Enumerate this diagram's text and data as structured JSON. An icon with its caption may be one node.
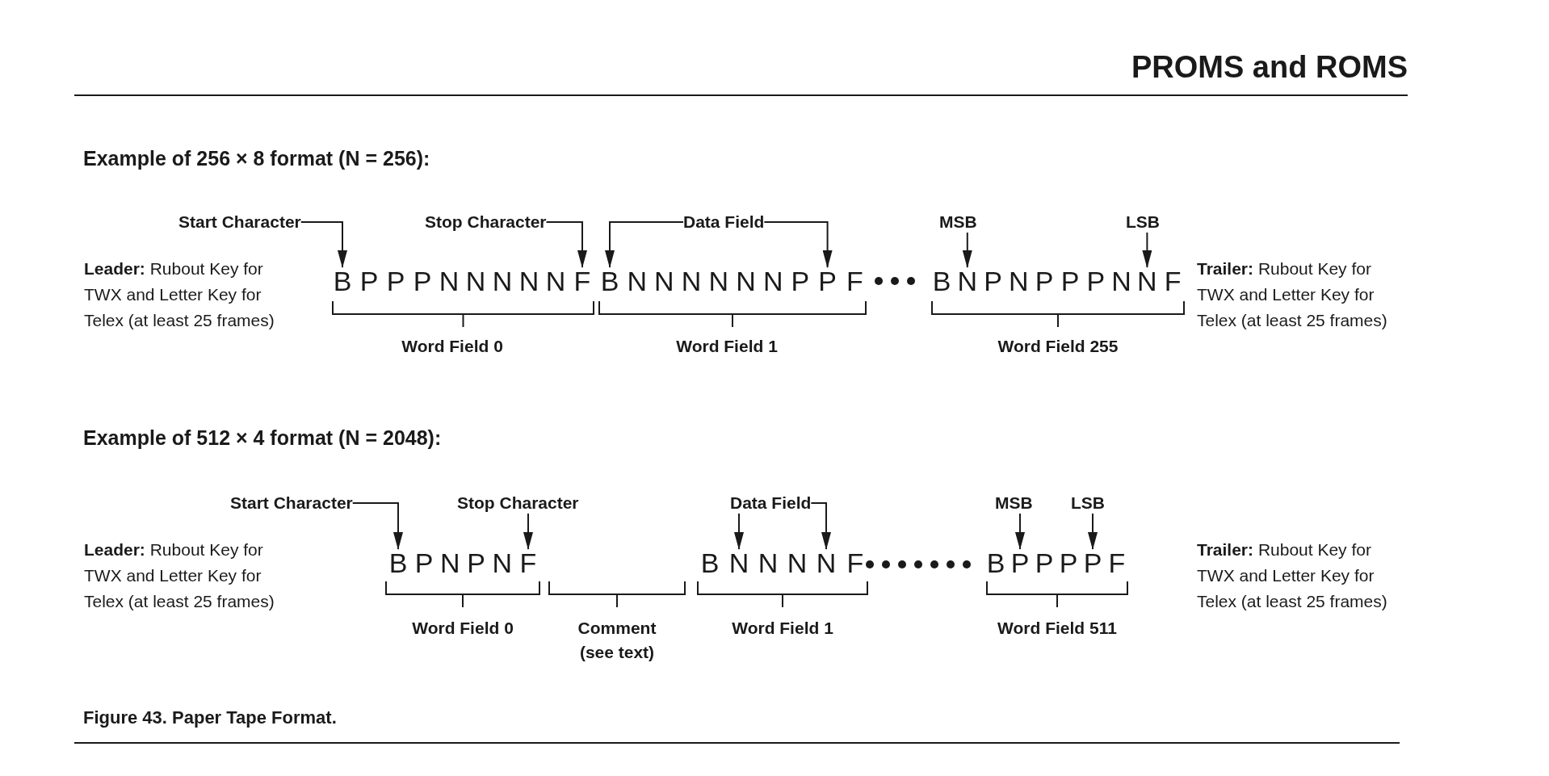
{
  "diagram": {
    "title": "PROMS and ROMS",
    "caption": "Figure 43. Paper Tape Format.",
    "nodes": [
      {
        "text": [
          "Start Character"
        ]
      },
      {
        "text": [
          "Stop Character"
        ]
      },
      {
        "text": [
          "Data Field"
        ]
      },
      {
        "text": [
          "MSB"
        ]
      },
      {
        "text": [
          "LSB"
        ]
      },
      {
        "text": [
          "B"
        ]
      },
      {
        "text": [
          "P"
        ]
      },
      {
        "text": [
          "P"
        ]
      },
      {
        "text": [
          "P"
        ]
      },
      {
        "text": [
          "N"
        ]
      },
      {
        "text": [
          "N"
        ]
      },
      {
        "text": [
          "N"
        ]
      },
      {
        "text": [
          "N"
        ]
      },
      {
        "text": [
          "N"
        ]
      },
      {
        "text": [
          "F"
        ]
      },
      {
        "text": [
          "B"
        ]
      },
      {
        "text": [
          "N"
        ]
      },
      {
        "text": [
          "N"
        ]
      },
      {
        "text": [
          "N"
        ]
      },
      {
        "text": [
          "N"
        ]
      },
      {
        "text": [
          "N"
        ]
      },
      {
        "text": [
          "N"
        ]
      },
      {
        "text": [
          "P"
        ]
      },
      {
        "text": [
          "P"
        ]
      },
      {
        "text": [
          "F"
        ]
      },
      {
        "text": [
          "B"
        ]
      },
      {
        "text": [
          "N"
        ]
      },
      {
        "text": [
          "P"
        ]
      },
      {
        "text": [
          "N"
        ]
      },
      {
        "text": [
          "P"
        ]
      },
      {
        "text": [
          "P"
        ]
      },
      {
        "text": [
          "P"
        ]
      },
      {
        "text": [
          "N"
        ]
      },
      {
        "text": [
          "N"
        ]
      },
      {
        "text": [
          "F"
        ]
      },
      {
        "text": [
          "Start Character"
        ]
      },
      {
        "text": [
          "Stop Character"
        ]
      },
      {
        "text": [
          "Data Field"
        ]
      },
      {
        "text": [
          "MSB"
        ]
      },
      {
        "text": [
          "LSB"
        ]
      },
      {
        "text": [
          "B"
        ]
      },
      {
        "text": [
          "P"
        ]
      },
      {
        "text": [
          "N"
        ]
      },
      {
        "text": [
          "P"
        ]
      },
      {
        "text": [
          "N"
        ]
      },
      {
        "text": [
          "F"
        ]
      },
      {
        "text": [
          "B"
        ]
      },
      {
        "text": [
          "N"
        ]
      },
      {
        "text": [
          "N"
        ]
      },
      {
        "text": [
          "N"
        ]
      },
      {
        "text": [
          "N"
        ]
      },
      {
        "text": [
          "F"
        ]
      },
      {
        "text": [
          "B"
        ]
      },
      {
        "text": [
          "P"
        ]
      },
      {
        "text": [
          "P"
        ]
      },
      {
        "text": [
          "P"
        ]
      },
      {
        "text": [
          "P"
        ]
      },
      {
        "text": [
          "F"
        ]
      }
    ],
    "edges": [
      {
        "from": 0,
        "to": 5,
        "arrow": "to"
      },
      {
        "from": 1,
        "to": 14,
        "arrow": "to"
      },
      {
        "from": 2,
        "to": 15,
        "arrow": "to"
      },
      {
        "from": 2,
        "to": 23,
        "arrow": "to"
      },
      {
        "from": 3,
        "to": 26,
        "arrow": "to"
      },
      {
        "from": 4,
        "to": 33,
        "arrow": "to"
      },
      {
        "from": 35,
        "to": 40,
        "arrow": "to"
      },
      {
        "from": 36,
        "to": 45,
        "arrow": "to"
      },
      {
        "from": 37,
        "to": 47,
        "arrow": "to"
      },
      {
        "from": 37,
        "to": 50,
        "arrow": "to"
      },
      {
        "from": 38,
        "to": 53,
        "arrow": "to"
      },
      {
        "from": 39,
        "to": 56,
        "arrow": "to"
      }
    ],
    "labels": [
      "Example of 256 × 8 format (N = 256):",
      "**Leader:** Rubout Key for TWX and Letter Key for Telex (at least 25 frames)",
      "Word Field 0",
      "Word Field 1",
      "Word Field 255",
      "**Trailer:** Rubout Key for TWX and Letter Key for Telex (at least 25 frames)",
      "Example of 512 × 4 format (N = 2048):",
      "**Leader:** Rubout Key for TWX and Letter Key for Telex (at least 25 frames)",
      "Word Field 0",
      "Comment (see text)",
      "Word Field 1",
      "Word Field 511",
      "**Trailer:** Rubout Key for TWX and Letter Key for Telex (at least 25 frames)"
    ]
  }
}
